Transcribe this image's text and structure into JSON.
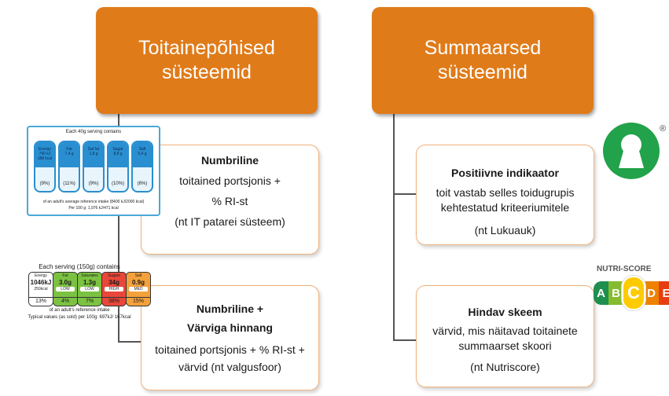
{
  "left": {
    "header_line1": "Toitainepõhised",
    "header_line2": "süsteemid",
    "card1": {
      "title": "Numbriline",
      "line1": "toitained portsjonis +",
      "line2": "% RI-st",
      "line3": "(nt IT patarei süsteem)"
    },
    "card2": {
      "title_line1": "Numbriline +",
      "title_line2": "Värviga hinnang",
      "line1": "toitained portsjonis + % RI-st +",
      "line2": "värvid (nt valgusfoor)"
    }
  },
  "right": {
    "header_line1": "Summaarsed",
    "header_line2": "süsteemid",
    "card1": {
      "title": "Positiivne indikaator",
      "line1": "toit vastab selles toidugrupis",
      "line2": "kehtestatud kriteeriumitele",
      "line3": "(nt Lukuauk)"
    },
    "card2": {
      "title": "Hindav skeem",
      "line1": "värvid, mis näitavad toitainete",
      "line2": "summaarset skoori",
      "line3": "(nt Nutriscore)"
    }
  },
  "battery_label": {
    "header": "Each 40g serving contains",
    "cells": [
      {
        "name": "Energy",
        "value": "790 kJ",
        "value2": "188 kcal",
        "pct": "(9%)"
      },
      {
        "name": "Fat",
        "value": "7,4 g",
        "value2": "",
        "pct": "(11%)"
      },
      {
        "name": "Sat fat",
        "value": "1,8 g",
        "value2": "",
        "pct": "(9%)"
      },
      {
        "name": "Sugar",
        "value": "8,8 g",
        "value2": "",
        "pct": "(10%)"
      },
      {
        "name": "Salt",
        "value": "0,4 g",
        "value2": "",
        "pct": "(6%)"
      }
    ],
    "footer1": "of an adult's average reference intake (8400 kJ/2000 kcal)",
    "footer2": "Per 100 g: 1,976 kJ/471 kcal"
  },
  "traffic_label": {
    "header": "Each serving (150g) contains",
    "boxes": [
      {
        "name": "Energy",
        "value": "1046kJ",
        "value2": "250kcal",
        "level": "",
        "pct": "13%",
        "color": "#ffffff"
      },
      {
        "name": "Fat",
        "value": "3.0g",
        "value2": "",
        "level": "LOW",
        "pct": "4%",
        "color": "#7cc242"
      },
      {
        "name": "Saturates",
        "value": "1.3g",
        "value2": "",
        "level": "LOW",
        "pct": "7%",
        "color": "#7cc242"
      },
      {
        "name": "Sugars",
        "value": "34g",
        "value2": "",
        "level": "HIGH",
        "pct": "38%",
        "color": "#e8473a"
      },
      {
        "name": "Salt",
        "value": "0.9g",
        "value2": "",
        "level": "MED",
        "pct": "15%",
        "color": "#f4a13b"
      }
    ],
    "footer1": "of an adult's reference intake",
    "footer2": "Typical values (as sold) per 100g: 697kJ/ 167kcal"
  },
  "lukuaukko": {
    "registered": "®",
    "color": "#22a24a"
  },
  "nutriscore": {
    "title": "NUTRI-SCORE",
    "letters": [
      "A",
      "B",
      "C",
      "D",
      "E"
    ],
    "colors": [
      "#1e8f4e",
      "#85bb2f",
      "#fecb02",
      "#ee8100",
      "#e63e11"
    ],
    "selected": "C"
  }
}
